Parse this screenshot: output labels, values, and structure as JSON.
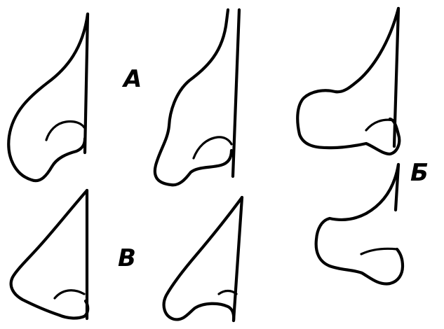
{
  "labels": {
    "a": "А",
    "b": "Б",
    "v": "В"
  },
  "colors": {
    "line": "#000000",
    "background": "#ffffff"
  }
}
